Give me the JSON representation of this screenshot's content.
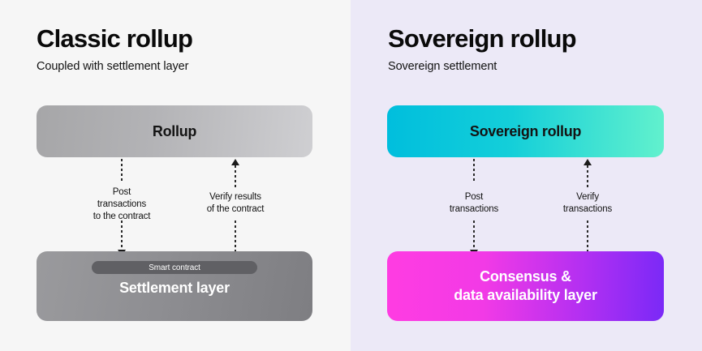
{
  "colors": {
    "panel_classic_bg": "#f6f6f6",
    "panel_sovereign_bg": "#ece9f7",
    "rollup_gray_start": "#a6a6a8",
    "rollup_gray_end": "#cfcfd2",
    "settlement_gray_start": "#9a9a9d",
    "settlement_gray_end": "#7e7e82",
    "sovereign_cyan": "#00bedd",
    "sovereign_mint": "#62f1cd",
    "da_magenta": "#ff3ce2",
    "da_purple": "#7a29f7",
    "text_dark": "#0a0a0a",
    "text_light": "#ffffff"
  },
  "panels": [
    {
      "id": "classic",
      "title": "Classic rollup",
      "subtitle": "Coupled with settlement layer",
      "top_box": {
        "label": "Rollup"
      },
      "bottom_box": {
        "pill_label": "Smart contract",
        "label": "Settlement layer"
      },
      "connectors": [
        {
          "id": "post",
          "direction": "down",
          "label": "Post\ntransactions\nto the contract"
        },
        {
          "id": "verify",
          "direction": "up",
          "label": "Verify results\nof the contract"
        }
      ]
    },
    {
      "id": "sovereign",
      "title": "Sovereign rollup",
      "subtitle": "Sovereign settlement",
      "top_box": {
        "label": "Sovereign rollup"
      },
      "bottom_box": {
        "label": "Consensus &\ndata availability layer"
      },
      "connectors": [
        {
          "id": "post",
          "direction": "down",
          "label": "Post\ntransactions"
        },
        {
          "id": "verify",
          "direction": "up",
          "label": "Verify\ntransactions"
        }
      ]
    }
  ]
}
